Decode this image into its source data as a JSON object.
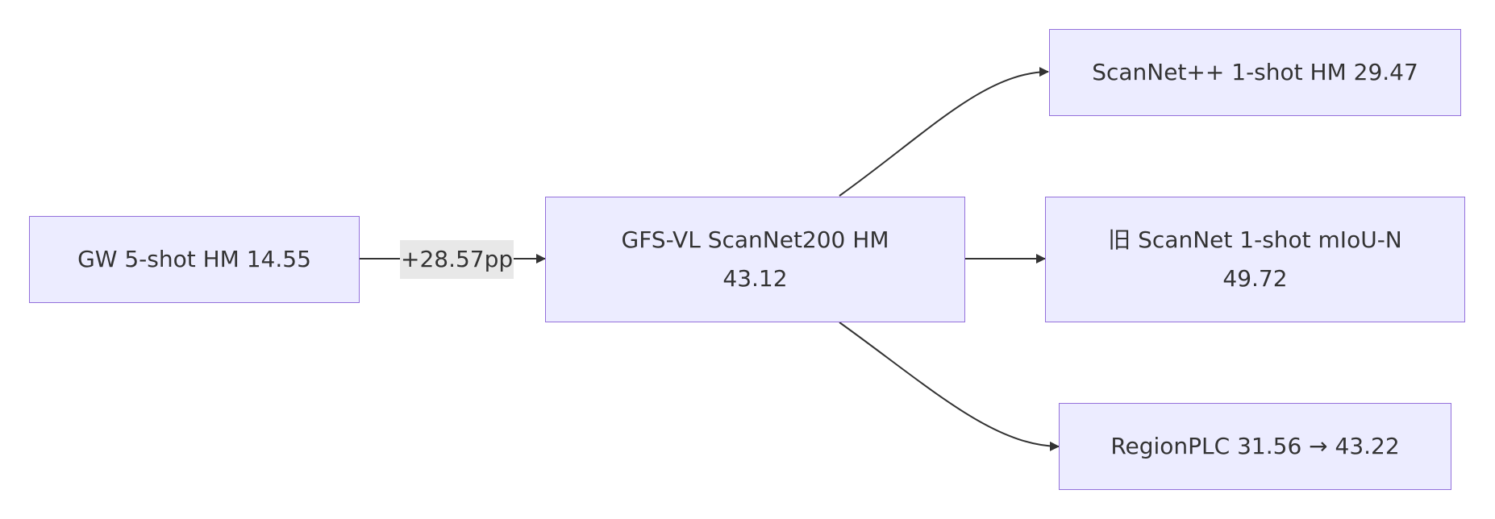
{
  "diagram": {
    "source_node": {
      "text": "GW 5-shot HM 14.55"
    },
    "center_node": {
      "line1": "GFS-VL ScanNet200 HM",
      "line2": "43.12"
    },
    "top_node": {
      "text": "ScanNet++ 1-shot HM 29.47"
    },
    "middle_node": {
      "line1": "旧 ScanNet 1-shot mIoU-N",
      "line2": "49.72"
    },
    "bottom_node": {
      "text": "RegionPLC 31.56 → 43.22"
    },
    "edge_label": "+28.57pp"
  },
  "colors": {
    "node_fill": "#ececff",
    "node_border": "#9370db",
    "edge": "#333333",
    "edge_label_bg": "#e8e8e8",
    "text": "#333333"
  }
}
